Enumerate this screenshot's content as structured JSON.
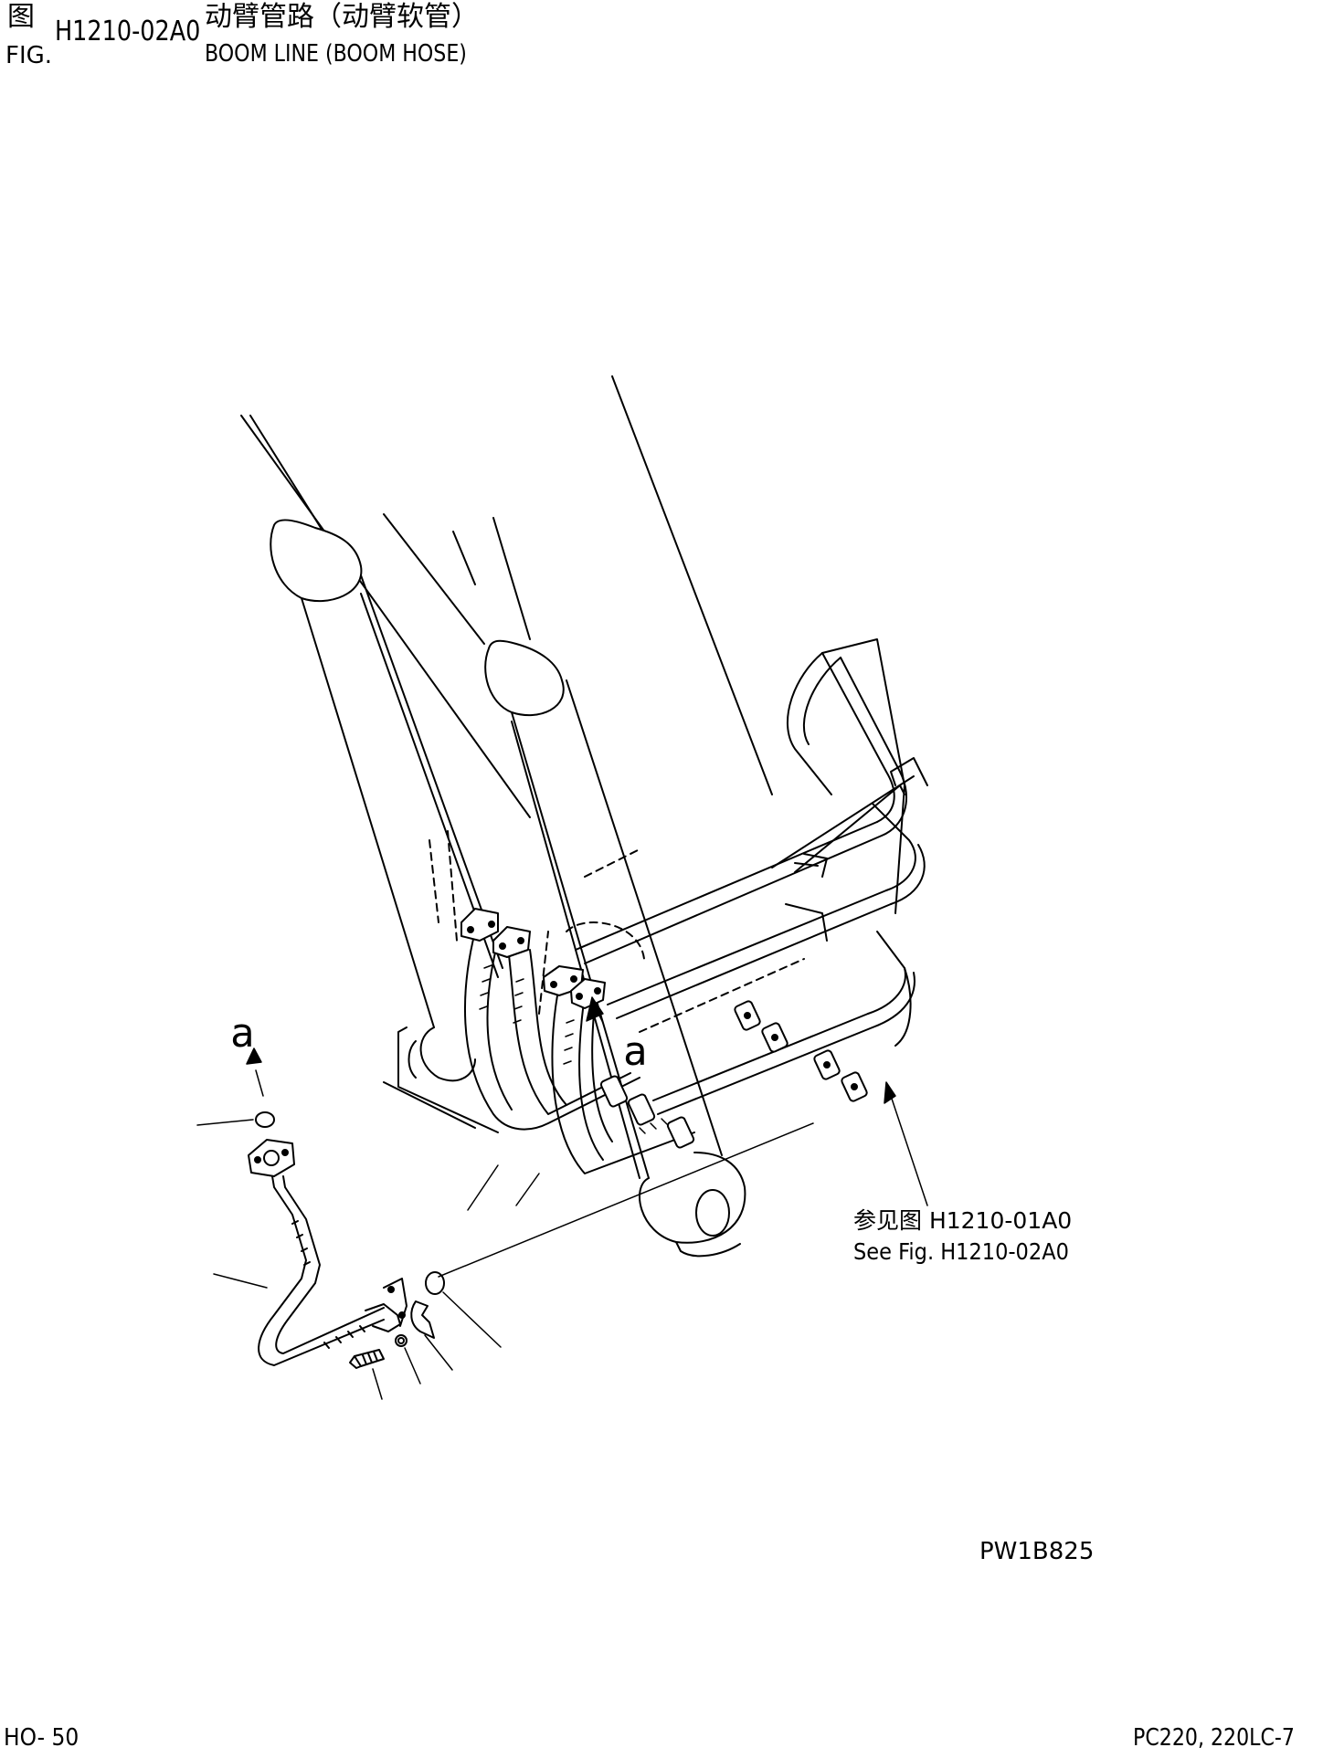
{
  "header": {
    "fig_label_cn": "图",
    "fig_label_en": "FIG.",
    "fig_number": "H1210-02A0",
    "title_cn": "动臂管路（动臂软管）",
    "title_en": "BOOM LINE (BOOM HOSE)"
  },
  "callouts": {
    "letter_left": "a",
    "letter_center": "a",
    "reference_cn": "参见图 H1210-01A0",
    "reference_en": "See Fig. H1210-02A0"
  },
  "illustration_code": "PW1B825",
  "footer": {
    "page": "HO- 50",
    "model": "PC220, 220LC-7"
  },
  "colors": {
    "ink": "#000000",
    "paper": "#ffffff"
  }
}
